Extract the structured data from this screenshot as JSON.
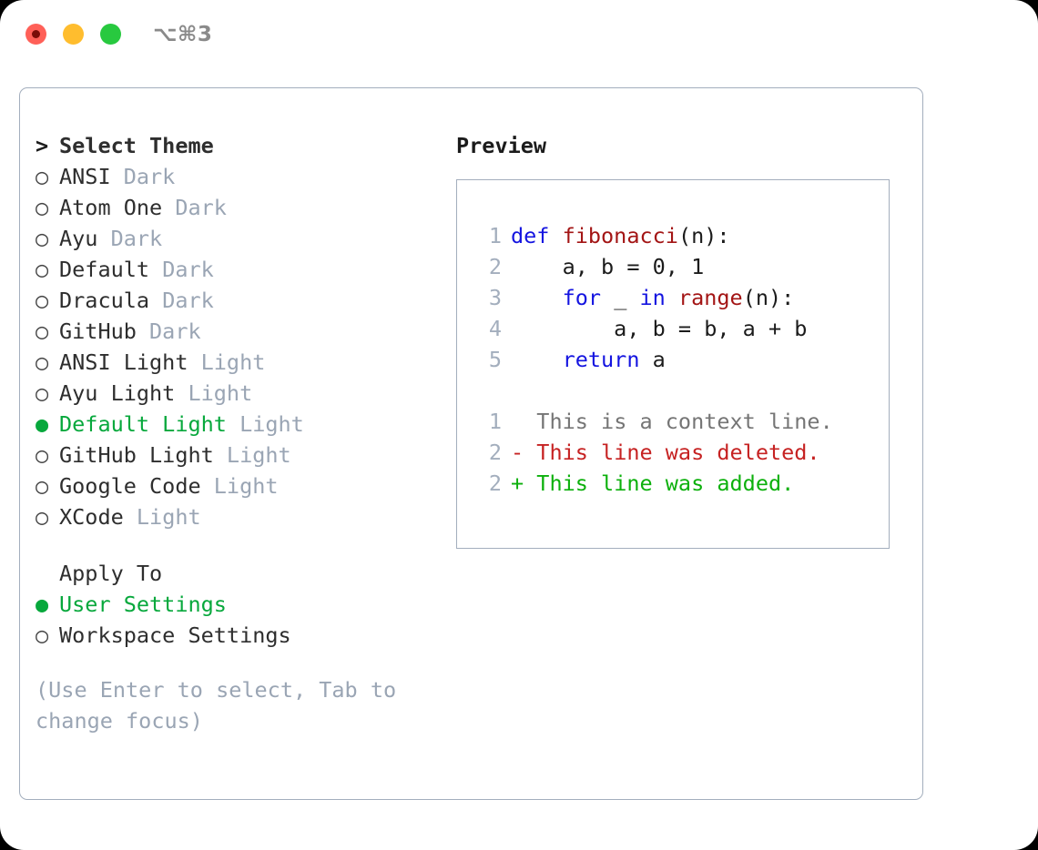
{
  "titlebar": {
    "shortcut": "⌥⌘3",
    "buttons": [
      {
        "name": "close",
        "color": "#ff6058"
      },
      {
        "name": "minimize",
        "color": "#ffbd2e"
      },
      {
        "name": "maximize",
        "color": "#28c93f"
      }
    ]
  },
  "theme_panel": {
    "header": {
      "prompt": ">",
      "title": "Select Theme"
    },
    "items": [
      {
        "marker": "○",
        "label": "ANSI",
        "meta": "Dark",
        "selected": false
      },
      {
        "marker": "○",
        "label": "Atom One",
        "meta": "Dark",
        "selected": false
      },
      {
        "marker": "○",
        "label": "Ayu",
        "meta": "Dark",
        "selected": false
      },
      {
        "marker": "○",
        "label": "Default",
        "meta": "Dark",
        "selected": false
      },
      {
        "marker": "○",
        "label": "Dracula",
        "meta": "Dark",
        "selected": false
      },
      {
        "marker": "○",
        "label": "GitHub",
        "meta": "Dark",
        "selected": false
      },
      {
        "marker": "○",
        "label": "ANSI Light",
        "meta": "Light",
        "selected": false
      },
      {
        "marker": "○",
        "label": "Ayu Light",
        "meta": "Light",
        "selected": false
      },
      {
        "marker": "●",
        "label": "Default Light",
        "meta": "Light",
        "selected": true
      },
      {
        "marker": "○",
        "label": "GitHub Light",
        "meta": "Light",
        "selected": false
      },
      {
        "marker": "○",
        "label": "Google Code",
        "meta": "Light",
        "selected": false
      },
      {
        "marker": "○",
        "label": "XCode",
        "meta": "Light",
        "selected": false
      }
    ]
  },
  "apply_to": {
    "title": "Apply To",
    "options": [
      {
        "marker": "●",
        "label": "User Settings",
        "selected": true
      },
      {
        "marker": "○",
        "label": "Workspace Settings",
        "selected": false
      }
    ]
  },
  "hint": "(Use Enter to select, Tab to change focus)",
  "preview": {
    "title": "Preview",
    "code_lines": [
      {
        "num": "1",
        "tokens": [
          {
            "t": "def ",
            "c": "kw"
          },
          {
            "t": "fibonacci",
            "c": "fn"
          },
          {
            "t": "(n):",
            "c": "plain"
          }
        ]
      },
      {
        "num": "2",
        "tokens": [
          {
            "t": "    a, b = 0, 1",
            "c": "plain"
          }
        ]
      },
      {
        "num": "3",
        "tokens": [
          {
            "t": "    ",
            "c": "plain"
          },
          {
            "t": "for",
            "c": "kw"
          },
          {
            "t": " _ ",
            "c": "plain"
          },
          {
            "t": "in",
            "c": "kw"
          },
          {
            "t": " ",
            "c": "plain"
          },
          {
            "t": "range",
            "c": "fn"
          },
          {
            "t": "(n):",
            "c": "plain"
          }
        ]
      },
      {
        "num": "4",
        "tokens": [
          {
            "t": "        a, b = b, a + b",
            "c": "plain"
          }
        ]
      },
      {
        "num": "5",
        "tokens": [
          {
            "t": "    ",
            "c": "plain"
          },
          {
            "t": "return",
            "c": "kw"
          },
          {
            "t": " a",
            "c": "plain"
          }
        ]
      }
    ],
    "diff_lines": [
      {
        "num": "1",
        "sign": " ",
        "text": " This is a context line.",
        "kind": "ctx"
      },
      {
        "num": "2",
        "sign": "-",
        "text": " This line was deleted.",
        "kind": "del"
      },
      {
        "num": "2",
        "sign": "+",
        "text": " This line was added.",
        "kind": "add"
      }
    ]
  },
  "colors": {
    "selected_green": "#07a83c",
    "muted_gray": "#9aa5b4",
    "keyword_blue": "#1414e0",
    "function_red": "#a31515",
    "diff_added": "#0cb00c",
    "diff_deleted": "#c62222",
    "border": "#a3aebd"
  }
}
